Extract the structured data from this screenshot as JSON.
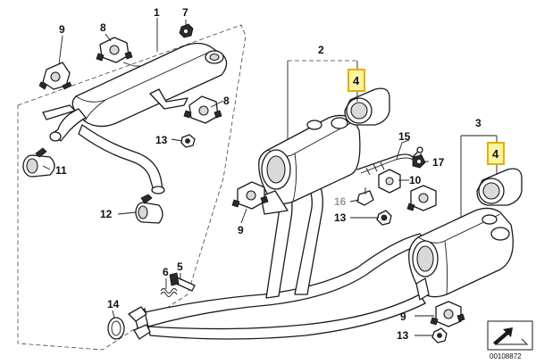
{
  "diagram": {
    "callouts": {
      "c1": "1",
      "c2": "2",
      "c3": "3",
      "c4a": "4",
      "c4b": "4",
      "c5": "5",
      "c6": "6",
      "c7": "7",
      "c8a": "8",
      "c8b": "8",
      "c9a": "9",
      "c9b": "9",
      "c9c": "9",
      "c10": "10",
      "c11": "11",
      "c12": "12",
      "c13a": "13",
      "c13b": "13",
      "c13c": "13",
      "c14": "14",
      "c15": "15",
      "c16": "16",
      "c17": "17"
    },
    "reference_number": "00108872",
    "highlight_color": "#e0b000",
    "line_color": "#1a1a1a",
    "icons": [
      "direction-arrow-icon"
    ]
  }
}
